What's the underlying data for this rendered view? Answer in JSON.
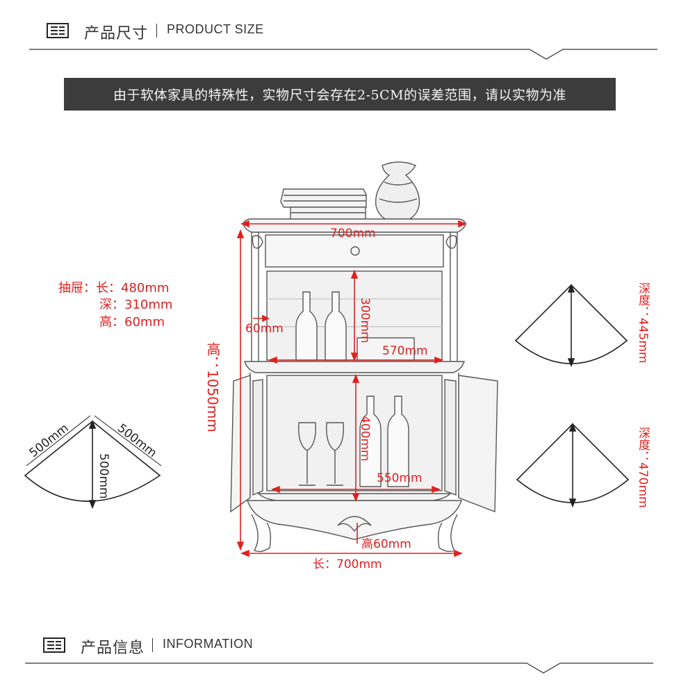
{
  "header_top": {
    "title_cn": "产品尺寸",
    "title_en": "PRODUCT SIZE"
  },
  "banner": {
    "text": "由于软体家具的特殊性，实物尺寸会存在2-5CM的误差范围，请以实物为准"
  },
  "drawer": {
    "label": "抽屉：",
    "length": "长：480mm",
    "depth": "深：310mm",
    "height": "高：60mm"
  },
  "dimensions": {
    "top_width": "700mm",
    "side_60": "60mm",
    "upper_height": "300mm",
    "upper_width": "570mm",
    "lower_height": "400mm",
    "lower_width": "550mm",
    "base_height": "高60mm",
    "total_height": "高：1050mm",
    "total_length": "长：700mm"
  },
  "corner_diagram": {
    "side_a": "500mm",
    "side_b": "500mm",
    "depth": "500mm"
  },
  "depth_diagrams": [
    {
      "label": "深度：445mm"
    },
    {
      "label": "深度：470mm"
    }
  ],
  "header_bottom": {
    "title_cn": "产品信息",
    "title_en": "INFORMATION"
  },
  "colors": {
    "accent": "#e02020",
    "banner_bg": "#3c3c3c",
    "line": "#333333"
  }
}
